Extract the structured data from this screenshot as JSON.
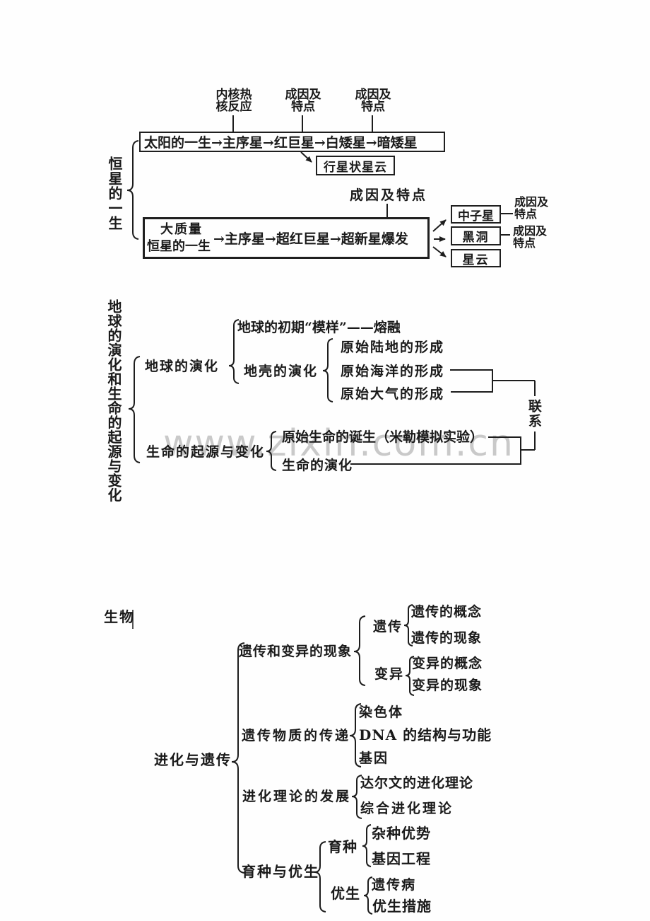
{
  "watermark": "www.zixin.com.cn",
  "stars": {
    "side_label": "恒星的一生",
    "annotations": {
      "nuclear": "内核热\n核反应",
      "cause1": "成因及\n特点",
      "cause2": "成因及\n特点",
      "cause_main": "成因及特点",
      "cause_neutron": "成因及\n特点",
      "cause_blackhole": "成因及\n特点"
    },
    "sun_chain": "太阳的一生→主序星→红巨星→白矮星→暗矮星",
    "planetary_nebula": "行星状星云",
    "massive": {
      "line1": "大质量",
      "line2": "恒星的一生",
      "chain": "→主序星→超红巨星→超新星爆发"
    },
    "outcomes": [
      "中子星",
      "黑洞",
      "星云"
    ]
  },
  "earth": {
    "side_label": "地球的演化和生命的起源与变化",
    "evolution": "地球的演化",
    "initial": "地球的初期“模样”——熔融",
    "crust": "地壳的演化",
    "crust_children": [
      "原始陆地的形成",
      "原始海洋的形成",
      "原始大气的形成"
    ],
    "life": "生命的起源与变化",
    "life_children": [
      "原始生命的诞生（米勒模拟实验）",
      "生命的演化"
    ],
    "link": "联系"
  },
  "biology": {
    "label": "生物",
    "root": "进化与遗传",
    "b1": {
      "label": "遗传和变异的现象",
      "heredity": "遗传",
      "heredity_children": [
        "遗传的概念",
        "遗传的现象"
      ],
      "variation": "变异",
      "variation_children": [
        "变异的概念",
        "变异的现象"
      ]
    },
    "b2": {
      "label": "遗传物质的传递",
      "children": [
        "染色体",
        "DNA 的结构与功能",
        "基因"
      ]
    },
    "b3": {
      "label": "进化理论的发展",
      "children": [
        "达尔文的进化理论",
        "综合进化理论"
      ]
    },
    "b4": {
      "label": "育种与优生",
      "breeding": "育种",
      "breeding_children": [
        "杂种优势",
        "基因工程"
      ],
      "eugenics": "优生",
      "eugenics_children": [
        "遗传病",
        "优生措施"
      ]
    }
  }
}
